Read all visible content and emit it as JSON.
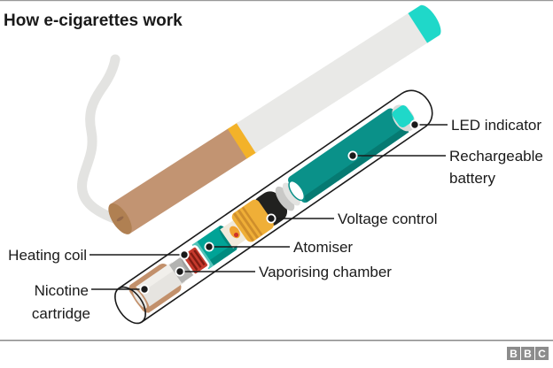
{
  "title": "How e-cigarettes work",
  "diagram": {
    "labels": {
      "led": "LED indicator",
      "battery_line1": "Rechargeable",
      "battery_line2": "battery",
      "voltage": "Voltage control",
      "atomiser": "Atomiser",
      "chamber": "Vaporising chamber",
      "coil": "Heating coil",
      "cartridge_line1": "Nicotine",
      "cartridge_line2": "cartridge"
    }
  },
  "colors": {
    "led_cyan": "#1FD8C9",
    "battery_teal": "#0A9189",
    "atomiser_teal": "#00A396",
    "gold": "#EFAF37",
    "gold_band": "#F3B229",
    "cartridge_tan": "#C2906B",
    "filter_tan": "#C29472",
    "filter_end": "#B08052",
    "coil_red": "#C63A2D",
    "voltage_black": "#21211F",
    "smoke_gray": "#E3E3E1",
    "body_white": "#E9E9E7",
    "outline": "#1A1A1A",
    "rule_gray": "#8A8A8A"
  },
  "footer": {
    "logo": [
      "B",
      "B",
      "C"
    ]
  }
}
